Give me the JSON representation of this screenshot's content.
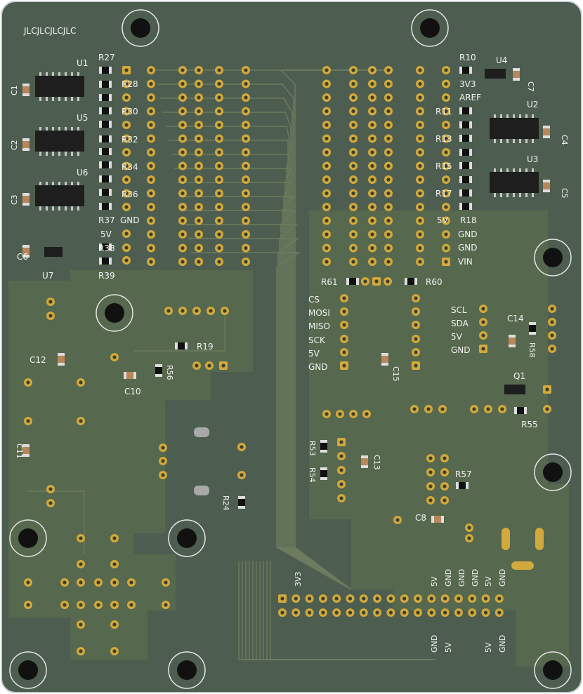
{
  "board": {
    "colors": {
      "board": "#4d5e50",
      "board_edge": "#c9d0d8",
      "copper_fill": "#56684e",
      "trace": "#6d7b5e",
      "pad": "#d2a93c",
      "pad_hole": "#3a4030",
      "ic_body": "#1e1e1e",
      "silk": "#f2f2f2",
      "cap_body": "#b7865a"
    },
    "title_text": "JLCJLCJLCJLC",
    "left_ics": [
      "U1",
      "U5",
      "U6"
    ],
    "left_caps": [
      "C1",
      "C2",
      "C3"
    ],
    "left_resistors": [
      "R27",
      "R28",
      "R30",
      "R32",
      "R34",
      "R36",
      "R37"
    ],
    "left_power_labels": [
      "GND",
      "5V"
    ],
    "left_bottom": [
      "R38",
      "R39",
      "C6",
      "U7"
    ],
    "right_top": [
      "R10",
      "U4",
      "C7",
      "3V3",
      "AREF",
      "R11",
      "U2",
      "C4",
      "R13",
      "R15",
      "U3",
      "C5",
      "R17",
      "R18"
    ],
    "right_power_labels": [
      "5V",
      "GND",
      "GND",
      "VIN"
    ],
    "spi_labels": [
      "CS",
      "MOSI",
      "MISO",
      "SCK",
      "5V",
      "GND"
    ],
    "spi_parts": [
      "R61",
      "R60",
      "C15"
    ],
    "i2c_labels": [
      "SCL",
      "SDA",
      "5V",
      "GND"
    ],
    "i2c_parts": [
      "C14",
      "R58"
    ],
    "mid_parts": [
      "R19",
      "R56",
      "C10",
      "C12",
      "C11",
      "R24",
      "Q1",
      "R55",
      "R53",
      "R54",
      "C13",
      "R57",
      "C8"
    ],
    "header_top_labels": [
      "3V3",
      "5V",
      "GND",
      "GND",
      "GND",
      "5V",
      "GND"
    ],
    "header_bottom_labels": [
      "GND",
      "5V",
      "5V",
      "GND"
    ]
  }
}
